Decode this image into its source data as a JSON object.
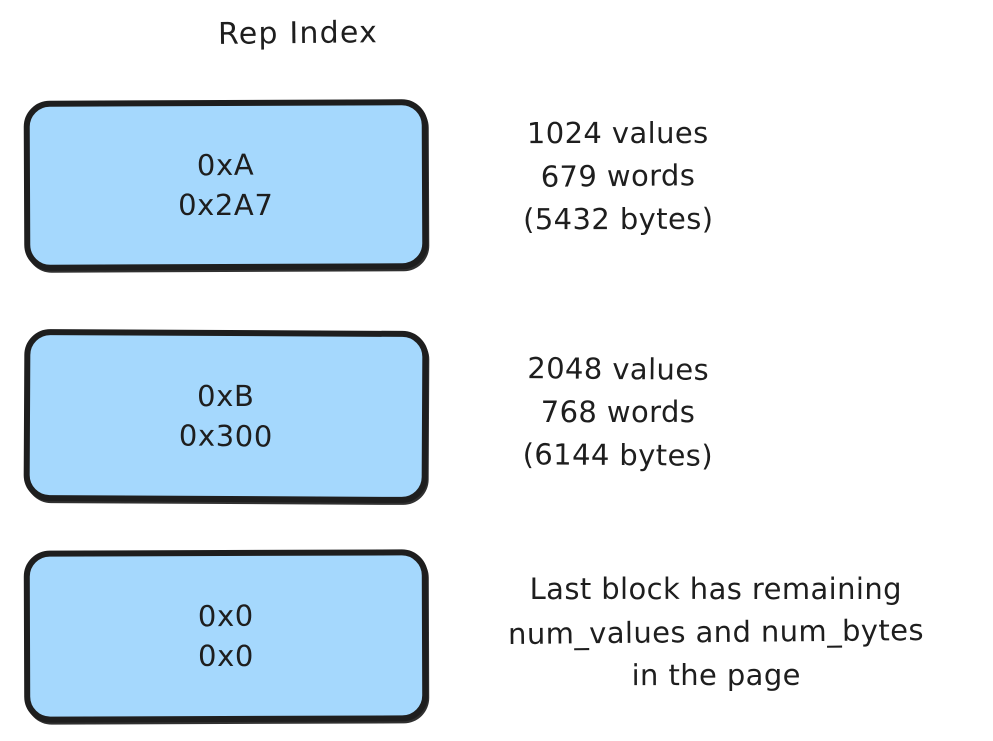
{
  "title": "Rep Index",
  "background_color": "#ffffff",
  "colors": {
    "block_fill": "#a5d8fd",
    "stroke": "#1e1e1e",
    "text": "#1e1e1e"
  },
  "blocks": [
    {
      "id": "0xA",
      "offset": "0x2A7",
      "annotation": {
        "line1": "1024 values",
        "line2": "679 words",
        "line3": "(5432 bytes)"
      }
    },
    {
      "id": "0xB",
      "offset": "0x300",
      "annotation": {
        "line1": "2048 values",
        "line2": "768 words",
        "line3": "(6144 bytes)"
      }
    },
    {
      "id": "0x0",
      "offset": "0x0",
      "annotation": {
        "line1": "Last block has remaining",
        "line2": "num_values and num_bytes",
        "line3": "in the page"
      }
    }
  ]
}
